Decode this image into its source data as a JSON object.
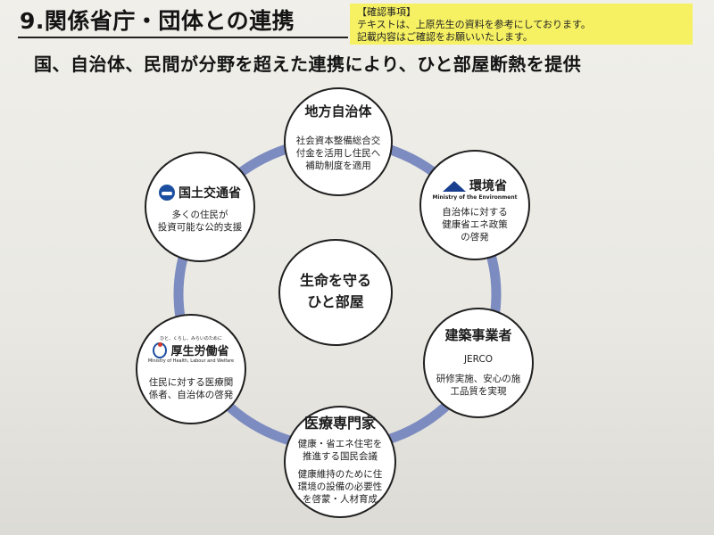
{
  "header": {
    "title": "9.関係省庁・団体との連携",
    "note_label": "【確認事項】",
    "note_line1": "テキストは、上原先生の資料を参考にしております。",
    "note_line2": "記載内容はご確認をお願いいたします。",
    "subtitle": "国、自治体、民間が分野を超えた連携により、ひと部屋断熱を提供"
  },
  "center": {
    "line1": "生命を守る",
    "line2": "ひと部屋"
  },
  "nodes": {
    "local_gov": {
      "title": "地方自治体",
      "line1": "社会資本整備総合交",
      "line2": "付金を活用し住民へ",
      "line3": "補助制度を適用"
    },
    "env": {
      "name": "環境省",
      "sub": "Ministry of the Environment",
      "line1": "自治体に対する",
      "line2": "健康省エネ政策",
      "line3": "の啓発"
    },
    "builders": {
      "title": "建築事業者",
      "org": "JERCO",
      "line1": "研修実施、安心の施",
      "line2": "工品質を実現"
    },
    "medical": {
      "title": "医療専門家",
      "line1": "健康・省エネ住宅を",
      "line2": "推進する国民会議",
      "line3": "健康維持のために住",
      "line4": "環境の設備の必要性",
      "line5": "を啓蒙・人材育成"
    },
    "mhlw": {
      "tagline": "ひと、くらし、みらいのために",
      "name": "厚生労働省",
      "sub": "Ministry of Health, Labour and Welfare",
      "line1": "住民に対する医療関",
      "line2": "係者、自治体の啓発"
    },
    "mlit": {
      "name": "国土交通省",
      "line1": "多くの住民が",
      "line2": "投資可能な公的支援"
    }
  },
  "colors": {
    "ring": "#7d8cc0",
    "note_bg": "#f6f163",
    "border": "#1f1f1f"
  },
  "icons": [
    "mlit-emblem-icon",
    "env-logo-icon",
    "mhlw-logo-icon"
  ]
}
